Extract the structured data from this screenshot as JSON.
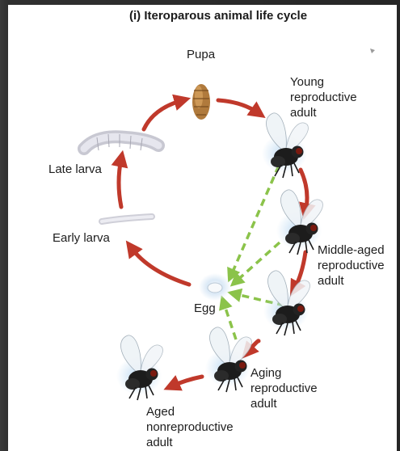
{
  "title": "(i) Iteroparous animal life cycle",
  "stages": {
    "pupa": "Pupa",
    "young_adult": "Young\nreproductive\nadult",
    "late_larva": "Late larva",
    "early_larva": "Early larva",
    "middle_adult": "Middle-aged\nreproductive\nadult",
    "egg": "Egg",
    "aging_adult": "Aging\nreproductive\nadult",
    "aged_adult": "Aged\nnonreproductive\nadult"
  },
  "colors": {
    "cycle_arrow": "#c0392b",
    "reproduction_arrow": "#8bc34a"
  }
}
